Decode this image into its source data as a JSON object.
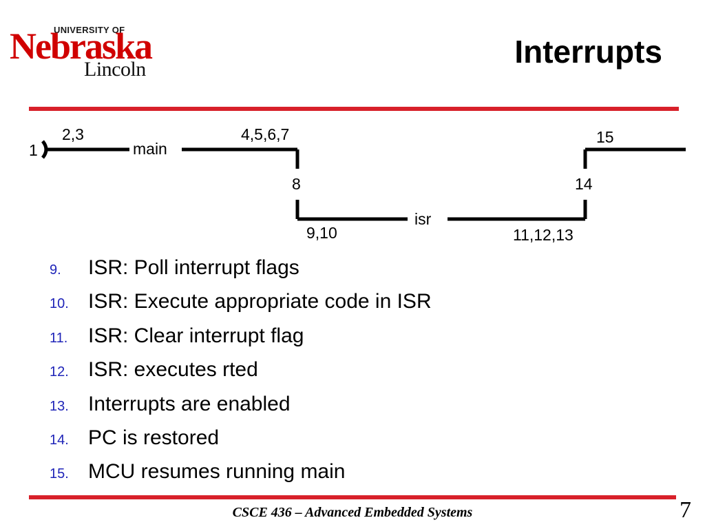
{
  "logo": {
    "univ": "UNIVERSITY OF",
    "name": "Nebraska",
    "campus": "Lincoln"
  },
  "title": "Interrupts",
  "diagram": {
    "labels": {
      "l1": "1",
      "l23": "2,3",
      "main": "main",
      "l4567": "4,5,6,7",
      "l8": "8",
      "l910": "9,10",
      "isr": "isr",
      "l111213": "11,12,13",
      "l14": "14",
      "l15": "15"
    }
  },
  "steps": [
    {
      "num": "9.",
      "text": "ISR: Poll interrupt flags"
    },
    {
      "num": "10.",
      "text": "ISR: Execute appropriate code in ISR"
    },
    {
      "num": "11.",
      "text": "ISR: Clear interrupt flag"
    },
    {
      "num": "12.",
      "text": "ISR: executes rted"
    },
    {
      "num": "13.",
      "text": "Interrupts are enabled"
    },
    {
      "num": "14.",
      "text": "PC is restored"
    },
    {
      "num": "15.",
      "text": "MCU resumes running main"
    }
  ],
  "footer": "CSCE 436 – Advanced Embedded Systems",
  "page_number": "7",
  "colors": {
    "accent": "#d8202a",
    "list_number": "#1f24b8",
    "logo_red": "#d00000"
  }
}
